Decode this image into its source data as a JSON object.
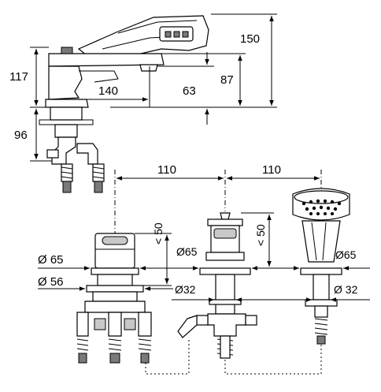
{
  "dimensions": {
    "overall_height": "150",
    "body_height": "117",
    "spout_height": "87",
    "outlet_height": "63",
    "spout_reach": "140",
    "base_height": "96",
    "spacing_left": "110",
    "spacing_right": "110",
    "mixer_top_max": "< 50",
    "diverter_top_max": "< 50",
    "mixer_rosette_dia": "Ø 65",
    "mixer_body_dia": "Ø 56",
    "diverter_rosette_dia": "Ø65",
    "diverter_shank_dia": "Ø32",
    "shower_rosette_dia": "Ø65",
    "shower_shank_dia": "Ø 32"
  }
}
